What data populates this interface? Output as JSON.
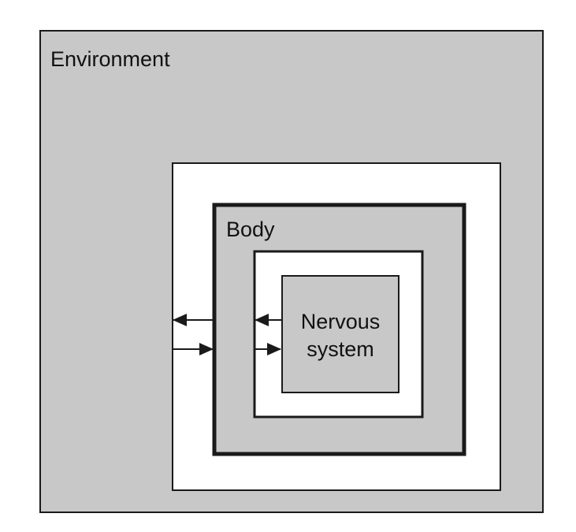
{
  "diagram": {
    "environment_label": "Environment",
    "body_label": "Body",
    "nervous_system_label_line1": "Nervous",
    "nervous_system_label_line2": "system",
    "colors": {
      "fill_gray": "#c8c8c8",
      "fill_white": "#ffffff",
      "stroke": "#1a1a1a"
    }
  }
}
